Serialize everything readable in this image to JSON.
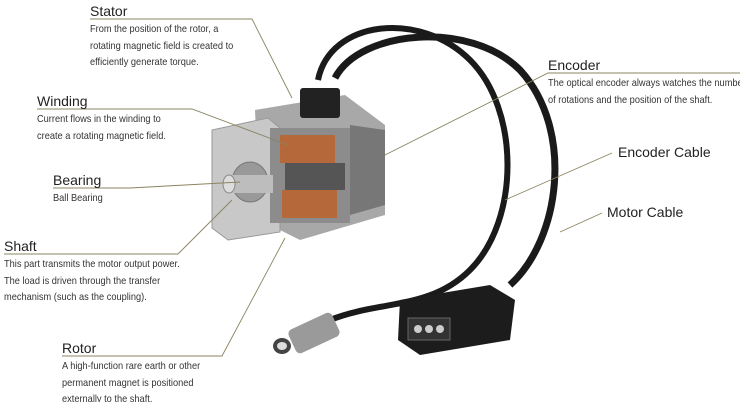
{
  "labels": {
    "stator": {
      "title": "Stator",
      "desc": [
        "From the position of the rotor, a",
        "rotating magnetic field is created to",
        "efficiently generate torque."
      ]
    },
    "winding": {
      "title": "Winding",
      "desc": [
        "Current flows in the winding to",
        "create a rotating magnetic field."
      ]
    },
    "bearing": {
      "title": "Bearing",
      "desc": [
        "Ball Bearing"
      ]
    },
    "shaft": {
      "title": "Shaft",
      "desc": [
        "This part transmits the motor output power.",
        "The load is driven through the transfer",
        "mechanism (such as the coupling)."
      ]
    },
    "rotor": {
      "title": "Rotor",
      "desc": [
        "A high-function rare earth or other",
        "permanent magnet is positioned",
        "externally to the shaft."
      ]
    },
    "encoder": {
      "title": "Encoder",
      "desc": [
        "The optical encoder always watches the number",
        "of rotations and the position of the shaft."
      ]
    },
    "encoder_cable": {
      "title": "Encoder Cable"
    },
    "motor_cable": {
      "title": "Motor Cable"
    }
  },
  "colors": {
    "leader_line": "#8a8460",
    "cable": "#1a1a1a",
    "housing": "#b8b8b8",
    "copper": "#b5683a"
  }
}
